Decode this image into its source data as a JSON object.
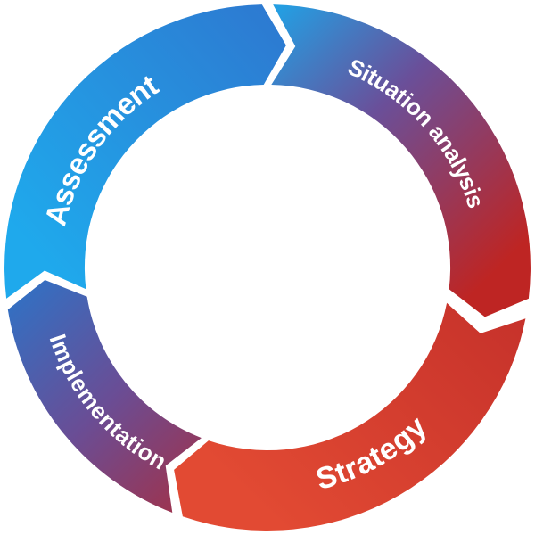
{
  "diagram": {
    "type": "cycle",
    "stages": [
      {
        "id": "assessment",
        "label": "Assessment",
        "colors": {
          "start": "#1fa9ec",
          "end": "#2d7ad1"
        }
      },
      {
        "id": "situation-analysis",
        "label": "Situation analysis",
        "colors": {
          "start": "#239fe3",
          "mid": "#6a4f99",
          "end": "#be2523"
        }
      },
      {
        "id": "strategy",
        "label": "Strategy",
        "colors": {
          "start": "#c4302a",
          "end": "#e24a33"
        }
      },
      {
        "id": "implementation",
        "label": "Implementation",
        "colors": {
          "start": "#2c74c8",
          "mid": "#6a4d95",
          "end": "#b8262a"
        }
      }
    ]
  }
}
